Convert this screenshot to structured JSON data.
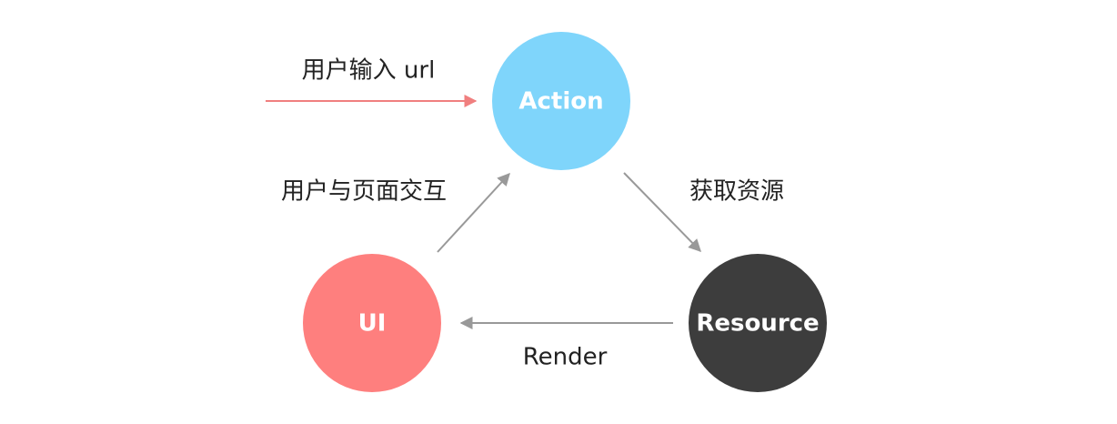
{
  "nodes": {
    "action": {
      "label": "Action",
      "color": "#7fd5fb"
    },
    "resource": {
      "label": "Resource",
      "color": "#3d3d3d"
    },
    "ui": {
      "label": "UI",
      "color": "#fe7f7e"
    }
  },
  "edges": {
    "user_input_url": {
      "label": "用户输入 url",
      "color": "#f07f7f"
    },
    "fetch_resource": {
      "label": "获取资源",
      "color": "#999999"
    },
    "render": {
      "label": "Render",
      "color": "#999999"
    },
    "user_interaction": {
      "label": "用户与页面交互",
      "color": "#999999"
    }
  }
}
